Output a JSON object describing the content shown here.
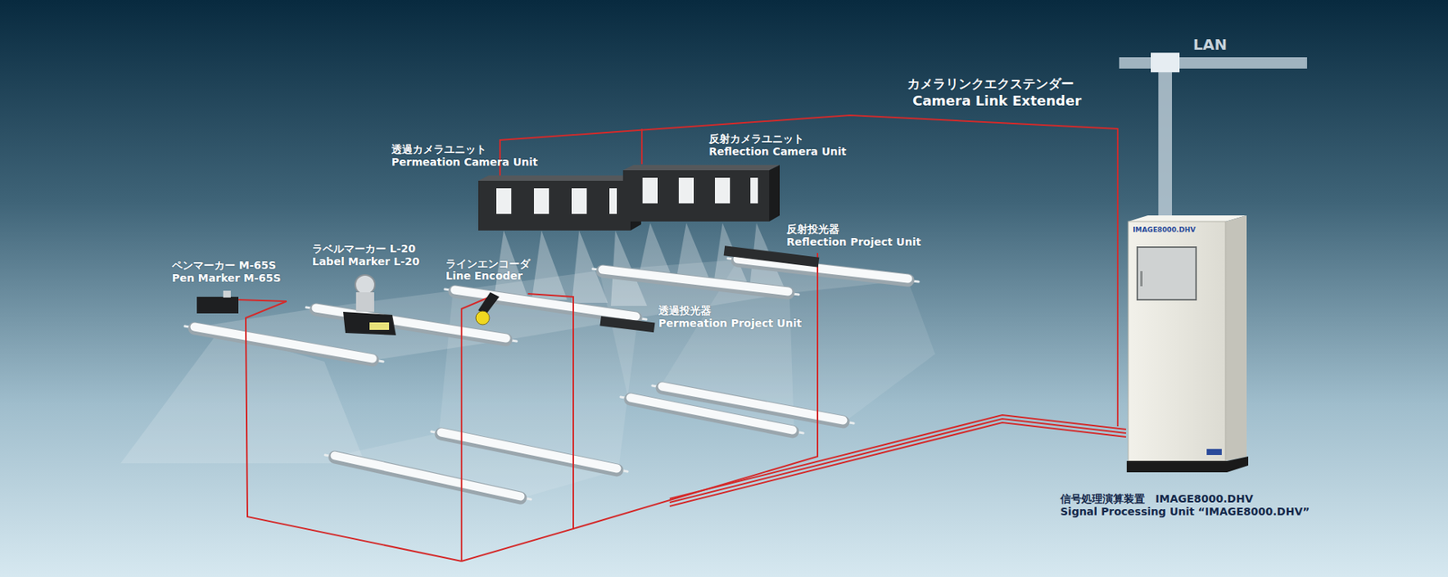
{
  "diagram": {
    "nodes": [
      {
        "text": [
          "IMAGE8000.DHV",
          "信号処理演算装置　IMAGE8000.DHV",
          "Signal Processing Unit “IMAGE8000.DHV”"
        ]
      }
    ],
    "labels": [
      "LAN",
      "カメラリンクエクステンダー",
      "Camera Link Extender",
      "透過カメラユニット",
      "Permeation Camera Unit",
      "反射カメラユニット",
      "Reflection Camera Unit",
      "反射投光器",
      "Reflection Project Unit",
      "ペンマーカー M-65S",
      "Pen Marker M-65S",
      "ラベルマーカー L-20",
      "Label Marker L-20",
      "ラインエンコーダ",
      "Line Encoder",
      "透過投光器",
      "Permeation Project Unit"
    ]
  }
}
